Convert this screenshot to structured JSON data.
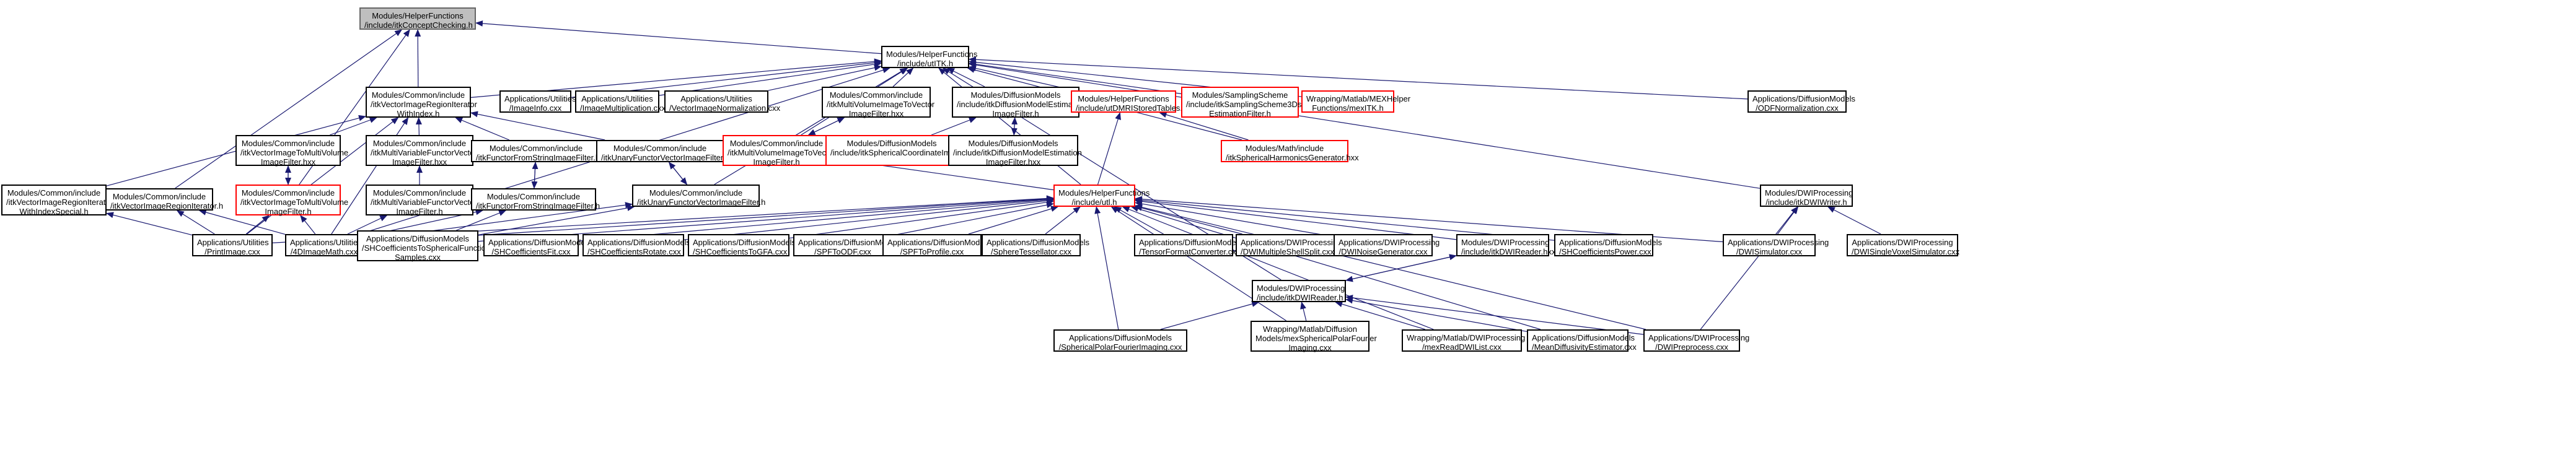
{
  "colors": {
    "edge": "#191970",
    "node_border": "#000000",
    "incomplete_border": "#ff0000",
    "root_fill": "#bfbfbf",
    "background": "#ffffff"
  },
  "nodes": [
    {
      "id": "root",
      "label": "Modules/HelperFunctions\n/include/itkConceptChecking.h",
      "style": "root"
    },
    {
      "id": "utitk",
      "label": "Modules/HelperFunctions\n/include/utITK.h",
      "style": "normal"
    },
    {
      "id": "vrit",
      "label": "Modules/Common/include\n/itkVectorImageRegionIterator\nWithIndex.h",
      "style": "normal"
    },
    {
      "id": "imginfo",
      "label": "Applications/Utilities\n/ImageInfo.cxx",
      "style": "normal"
    },
    {
      "id": "imgmult",
      "label": "Applications/Utilities\n/ImageMultiplication.cxx",
      "style": "normal"
    },
    {
      "id": "vecnorm",
      "label": "Applications/Utilities\n/VectorImageNormalization.cxx",
      "style": "normal"
    },
    {
      "id": "mvtovec",
      "label": "Modules/Common/include\n/itkMultiVolumeImageToVector\nImageFilter.hxx",
      "style": "normal"
    },
    {
      "id": "dmef",
      "label": "Modules/DiffusionModels\n/include/itkDiffusionModelEstimation\nImageFilter.h",
      "style": "normal"
    },
    {
      "id": "storedtables",
      "label": "Modules/HelperFunctions\n/include/utDMRIStoredTables.h",
      "style": "incomplete"
    },
    {
      "id": "sampling",
      "label": "Modules/SamplingScheme\n/include/itkSamplingScheme3Dspace\nEstimationFilter.h",
      "style": "incomplete"
    },
    {
      "id": "mexitk",
      "label": "Wrapping/Matlab/MEXHelper\nFunctions/mexITK.h",
      "style": "incomplete"
    },
    {
      "id": "odfnorm",
      "label": "Applications/DiffusionModels\n/ODFNormalization.cxx",
      "style": "normal"
    },
    {
      "id": "vtomvhxx",
      "label": "Modules/Common/include\n/itkVectorImageToMultiVolume\nImageFilter.hxx",
      "style": "normal"
    },
    {
      "id": "mvfvhxx",
      "label": "Modules/Common/include\n/itkMultiVariableFunctorVector\nImageFilter.hxx",
      "style": "normal"
    },
    {
      "id": "ffshxx",
      "label": "Modules/Common/include\n/itkFunctorFromStringImageFilter.hxx",
      "style": "normal"
    },
    {
      "id": "ufvhxx",
      "label": "Modules/Common/include\n/itkUnaryFunctorVectorImageFilter.hxx",
      "style": "normal"
    },
    {
      "id": "mvtovech",
      "label": "Modules/Common/include\n/itkMultiVolumeImageToVector\nImageFilter.h",
      "style": "incomplete"
    },
    {
      "id": "sphcoord",
      "label": "Modules/DiffusionModels\n/include/itkSphericalCoordinateImageFilter.h",
      "style": "incomplete"
    },
    {
      "id": "dmefhxx",
      "label": "Modules/DiffusionModels\n/include/itkDiffusionModelEstimation\nImageFilter.hxx",
      "style": "normal"
    },
    {
      "id": "shgen",
      "label": "Modules/Math/include\n/itkSphericalHarmonicsGenerator.hxx",
      "style": "incomplete"
    },
    {
      "id": "dwiwriter",
      "label": "Modules/DWIProcessing\n/include/itkDWIWriter.h",
      "style": "normal"
    },
    {
      "id": "vritspecial",
      "label": "Modules/Common/include\n/itkVectorImageRegionIterator\nWithIndexSpecial.h",
      "style": "normal"
    },
    {
      "id": "vrith",
      "label": "Modules/Common/include\n/itkVectorImageRegionIterator.h",
      "style": "normal"
    },
    {
      "id": "vtomvh",
      "label": "Modules/Common/include\n/itkVectorImageToMultiVolume\nImageFilter.h",
      "style": "incomplete"
    },
    {
      "id": "mvfvh",
      "label": "Modules/Common/include\n/itkMultiVariableFunctorVector\nImageFilter.h",
      "style": "normal"
    },
    {
      "id": "ffsh",
      "label": "Modules/Common/include\n/itkFunctorFromStringImageFilter.h",
      "style": "normal"
    },
    {
      "id": "ufvh",
      "label": "Modules/Common/include\n/itkUnaryFunctorVectorImageFilter.h",
      "style": "normal"
    },
    {
      "id": "uth",
      "label": "Modules/HelperFunctions\n/include/utl.h",
      "style": "incomplete"
    },
    {
      "id": "printimage",
      "label": "Applications/Utilities\n/PrintImage.cxx",
      "style": "normal"
    },
    {
      "id": "4dimagemath",
      "label": "Applications/Utilities\n/4DImageMath.cxx",
      "style": "normal"
    },
    {
      "id": "shfunc",
      "label": "Applications/DiffusionModels\n/SHCoefficientsToSphericalFunction\nSamples.cxx",
      "style": "normal"
    },
    {
      "id": "shfit",
      "label": "Applications/DiffusionModels\n/SHCoefficientsFit.cxx",
      "style": "normal"
    },
    {
      "id": "shrot",
      "label": "Applications/DiffusionModels\n/SHCoefficientsRotate.cxx",
      "style": "normal"
    },
    {
      "id": "shgfa",
      "label": "Applications/DiffusionModels\n/SHCoefficientsToGFA.cxx",
      "style": "normal"
    },
    {
      "id": "spfodf",
      "label": "Applications/DiffusionModels\n/SPFToODF.cxx",
      "style": "normal"
    },
    {
      "id": "spfprof",
      "label": "Applications/DiffusionModels\n/SPFToProfile.cxx",
      "style": "normal"
    },
    {
      "id": "sphtess",
      "label": "Applications/DiffusionModels\n/SphereTessellator.cxx",
      "style": "normal"
    },
    {
      "id": "tensorfmt",
      "label": "Applications/DiffusionModels\n/TensorFormatConverter.cxx",
      "style": "normal"
    },
    {
      "id": "dwimulti",
      "label": "Applications/DWIProcessing\n/DWIMultipleShellSplit.cxx",
      "style": "normal"
    },
    {
      "id": "dwinoise",
      "label": "Applications/DWIProcessing\n/DWINoiseGenerator.cxx",
      "style": "normal"
    },
    {
      "id": "dwireaderhxx",
      "label": "Modules/DWIProcessing\n/include/itkDWIReader.hxx",
      "style": "normal"
    },
    {
      "id": "shpower",
      "label": "Applications/DiffusionModels\n/SHCoefficientsPower.cxx",
      "style": "normal"
    },
    {
      "id": "dwisim",
      "label": "Applications/DWIProcessing\n/DWISimulator.cxx",
      "style": "normal"
    },
    {
      "id": "dwisvs",
      "label": "Applications/DWIProcessing\n/DWISingleVoxelSimulator.cxx",
      "style": "normal"
    },
    {
      "id": "dwireaderh",
      "label": "Modules/DWIProcessing\n/include/itkDWIReader.h",
      "style": "normal"
    },
    {
      "id": "spfimaging",
      "label": "Applications/DiffusionModels\n/SphericalPolarFourierImaging.cxx",
      "style": "normal"
    },
    {
      "id": "mexspf",
      "label": "Wrapping/Matlab/Diffusion\nModels/mexSphericalPolarFourier\nImaging.cxx",
      "style": "normal"
    },
    {
      "id": "mexread",
      "label": "Wrapping/Matlab/DWIProcessing\n/mexReadDWIList.cxx",
      "style": "normal"
    },
    {
      "id": "meandiff",
      "label": "Applications/DiffusionModels\n/MeanDiffusivityEstimator.cxx",
      "style": "normal"
    },
    {
      "id": "dwiprep",
      "label": "Applications/DWIProcessing\n/DWIPreprocess.cxx",
      "style": "normal"
    }
  ],
  "edges": [
    [
      "utitk",
      "root"
    ],
    [
      "vrit",
      "root"
    ],
    [
      "vrith",
      "root"
    ],
    [
      "vtomvh",
      "root"
    ],
    [
      "vrit",
      "utitk"
    ],
    [
      "imginfo",
      "utitk"
    ],
    [
      "imgmult",
      "utitk"
    ],
    [
      "vecnorm",
      "utitk"
    ],
    [
      "mvtovec",
      "utitk"
    ],
    [
      "dmef",
      "utitk"
    ],
    [
      "storedtables",
      "utitk"
    ],
    [
      "sampling",
      "utitk"
    ],
    [
      "mexitk",
      "utitk"
    ],
    [
      "odfnorm",
      "utitk"
    ],
    [
      "shgen",
      "utitk"
    ],
    [
      "dwiwriter",
      "utitk"
    ],
    [
      "uth",
      "utitk"
    ],
    [
      "dwireaderh",
      "utitk"
    ],
    [
      "mvtovech",
      "utitk"
    ],
    [
      "4dimagemath",
      "utitk"
    ],
    [
      "ufvh",
      "utitk"
    ],
    [
      "vtomvhxx",
      "vrit"
    ],
    [
      "mvfvhxx",
      "vrit"
    ],
    [
      "ffshxx",
      "vrit"
    ],
    [
      "ufvhxx",
      "vrit"
    ],
    [
      "vritspecial",
      "vrit"
    ],
    [
      "printimage",
      "vrit"
    ],
    [
      "4dimagemath",
      "vrit"
    ],
    [
      "vtomvh",
      "vtomvhxx"
    ],
    [
      "vtomvhxx",
      "vtomvh"
    ],
    [
      "mvfvh",
      "mvfvhxx"
    ],
    [
      "ffsh",
      "ffshxx"
    ],
    [
      "ffshxx",
      "ffsh"
    ],
    [
      "ufvh",
      "ufvhxx"
    ],
    [
      "ufvhxx",
      "ufvh"
    ],
    [
      "mvtovech",
      "mvtovec"
    ],
    [
      "mvtovec",
      "mvtovech"
    ],
    [
      "sphcoord",
      "dmef"
    ],
    [
      "dmefhxx",
      "dmef"
    ],
    [
      "dmef",
      "dmefhxx"
    ],
    [
      "uth",
      "storedtables"
    ],
    [
      "shgen",
      "storedtables"
    ],
    [
      "uth",
      "mvtovech"
    ],
    [
      "printimage",
      "vrith"
    ],
    [
      "4dimagemath",
      "vrith"
    ],
    [
      "4dimagemath",
      "vtomvh"
    ],
    [
      "printimage",
      "vtomvh"
    ],
    [
      "4dimagemath",
      "mvfvh"
    ],
    [
      "4dimagemath",
      "ffsh"
    ],
    [
      "shfunc",
      "ffsh"
    ],
    [
      "4dimagemath",
      "ufvh"
    ],
    [
      "shfunc",
      "ufvh"
    ],
    [
      "printimage",
      "vritspecial"
    ],
    [
      "printimage",
      "uth"
    ],
    [
      "4dimagemath",
      "uth"
    ],
    [
      "shfunc",
      "uth"
    ],
    [
      "shfit",
      "uth"
    ],
    [
      "shrot",
      "uth"
    ],
    [
      "shgfa",
      "uth"
    ],
    [
      "spfodf",
      "uth"
    ],
    [
      "spfprof",
      "uth"
    ],
    [
      "sphtess",
      "uth"
    ],
    [
      "tensorfmt",
      "uth"
    ],
    [
      "dwimulti",
      "uth"
    ],
    [
      "dwinoise",
      "uth"
    ],
    [
      "dwireaderhxx",
      "uth"
    ],
    [
      "shpower",
      "uth"
    ],
    [
      "dwisim",
      "uth"
    ],
    [
      "spfimaging",
      "uth"
    ],
    [
      "mexspf",
      "uth"
    ],
    [
      "mexread",
      "uth"
    ],
    [
      "meandiff",
      "uth"
    ],
    [
      "dwiprep",
      "uth"
    ],
    [
      "dwisim",
      "dwiwriter"
    ],
    [
      "dwisvs",
      "dwiwriter"
    ],
    [
      "dwiprep",
      "dwiwriter"
    ],
    [
      "dwireaderh",
      "dwireaderhxx"
    ],
    [
      "dwireaderhxx",
      "dwireaderh"
    ],
    [
      "spfimaging",
      "dwireaderh"
    ],
    [
      "mexspf",
      "dwireaderh"
    ],
    [
      "mexread",
      "dwireaderh"
    ],
    [
      "meandiff",
      "dwireaderh"
    ],
    [
      "dwiprep",
      "dwireaderh"
    ]
  ]
}
